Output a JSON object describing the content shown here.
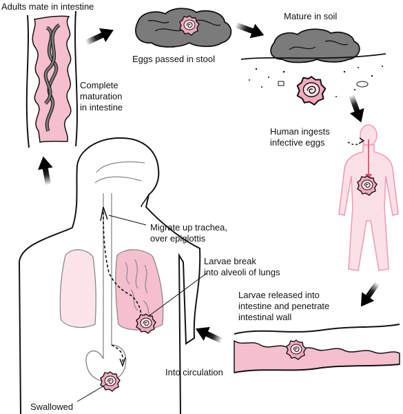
{
  "labels": {
    "adults_mate": "Adults mate in intestine",
    "eggs_passed": "Eggs passed in stool",
    "mature_soil": "Mature in soil",
    "complete_1": "Complete",
    "complete_2": "maturation",
    "complete_3": "in intestine",
    "ingests_1": "Human ingests",
    "ingests_2": "infective eggs",
    "migrate_1": "Migrate up trachea,",
    "migrate_2": "over epiglottis",
    "larvae_break_1": "Larvae break",
    "larvae_break_2": "into alveoli of lungs",
    "released_1": "Larvae released into",
    "released_2": "intestine and penetrate",
    "released_3": "intestinal wall",
    "circulation": "Into circulation",
    "swallowed": "Swallowed"
  },
  "colors": {
    "pink_fill": "#f6bfcd",
    "pink_light": "#fbe1e7",
    "pink_stroke": "#e78aa2",
    "stool_gray": "#7b7b7b",
    "outline": "#111111"
  }
}
